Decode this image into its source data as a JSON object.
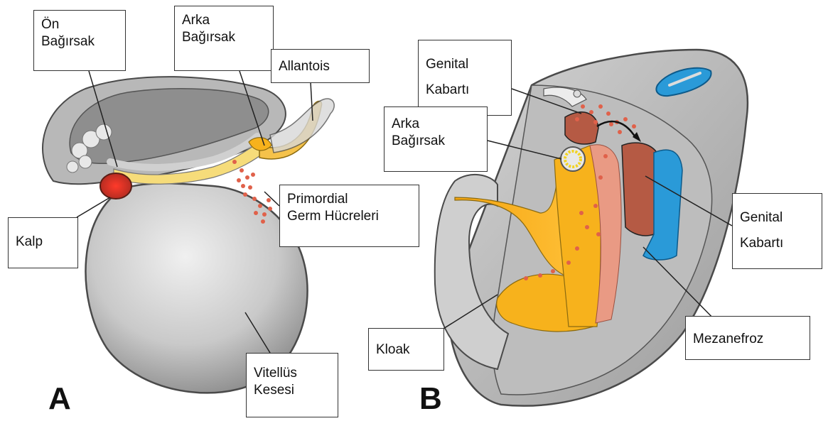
{
  "panels": {
    "left": {
      "letter": "A"
    },
    "right": {
      "letter": "B"
    }
  },
  "labels": {
    "on_bagirsak": {
      "line1": "Ön",
      "line2": "Bağırsak"
    },
    "arka_bagirsak_a": {
      "line1": "Arka",
      "line2": "Bağırsak"
    },
    "allantois": {
      "line1": "Allantois"
    },
    "kalp": {
      "line1": "Kalp"
    },
    "primordial": {
      "line1": "Primordial",
      "line2": "Germ Hücreleri"
    },
    "vitellus": {
      "line1": "Vitellüs",
      "line2": "Kesesi"
    },
    "genital_top": {
      "line1": "Genital",
      "line2": "Kabartı"
    },
    "arka_bagirsak_b": {
      "line1": "Arka",
      "line2": "Bağırsak"
    },
    "genital_right": {
      "line1": "Genital",
      "line2": "Kabartı"
    },
    "kloak": {
      "line1": "Kloak"
    },
    "mezanefroz": {
      "line1": "Mezanefroz"
    }
  },
  "colors": {
    "embryo_gray": "#c8c8c8",
    "outline": "#4a4a4a",
    "gut_yellow": "#f7b21c",
    "heart_red": "#d83a2a",
    "germ_cells": "#e0614a",
    "mesonephros_blue": "#2a9ad8",
    "genital_ridge": "#b55a44"
  }
}
